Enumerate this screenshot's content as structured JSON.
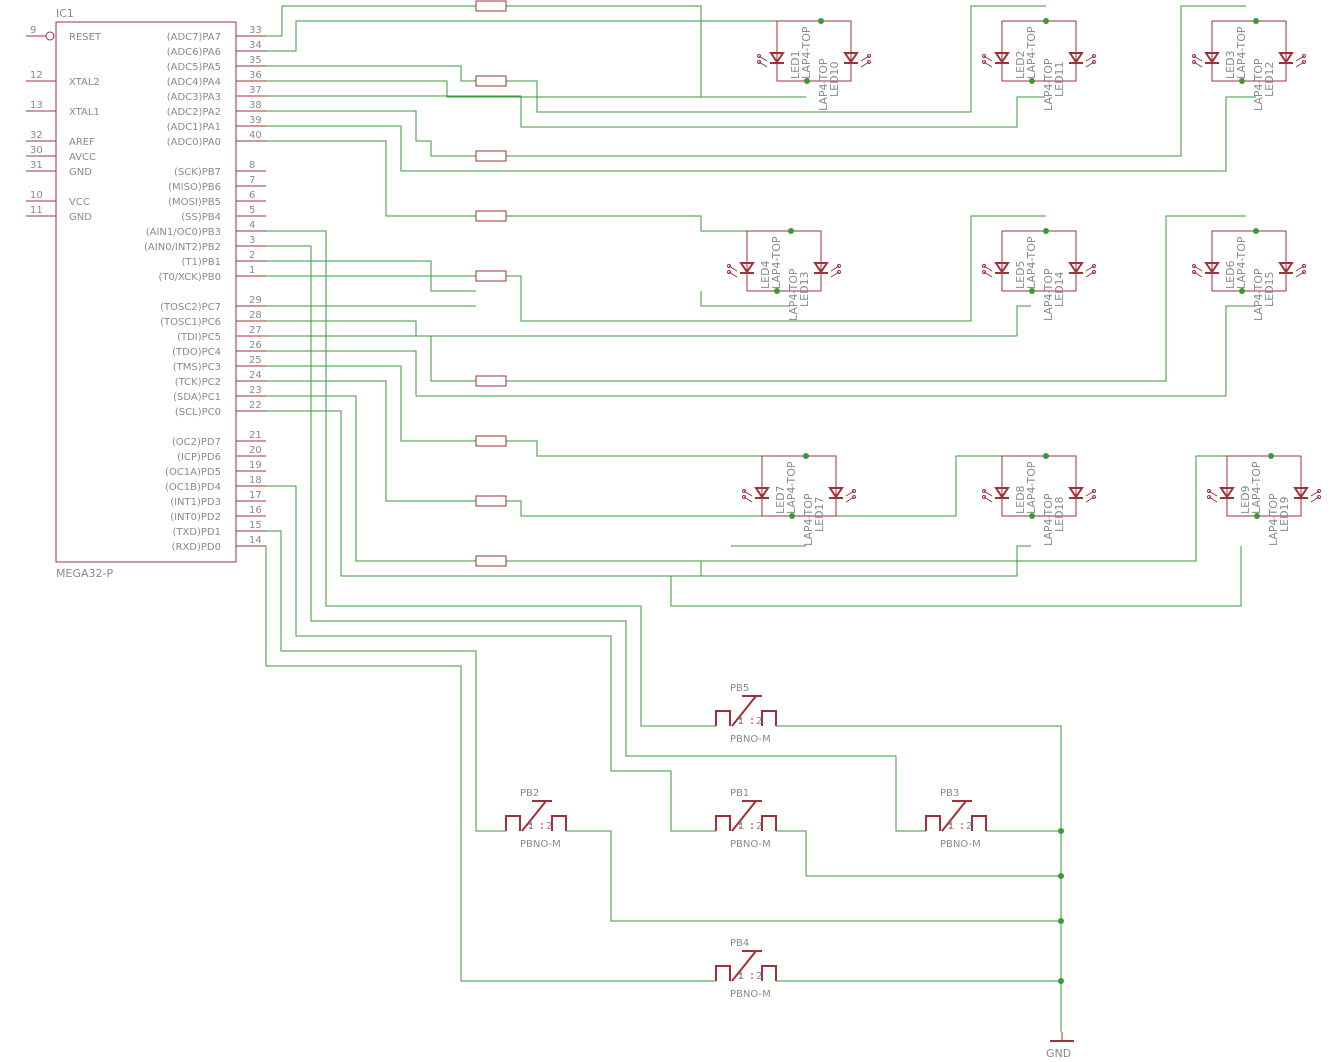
{
  "ic": {
    "name": "IC1",
    "value": "MEGA32-P",
    "left_pins": [
      {
        "num": "9",
        "sig": "RESET"
      },
      {
        "num": "12",
        "sig": "XTAL2"
      },
      {
        "num": "13",
        "sig": "XTAL1"
      },
      {
        "num": "32",
        "sig": "AREF"
      },
      {
        "num": "30",
        "sig": "AVCC"
      },
      {
        "num": "31",
        "sig": "GND"
      },
      {
        "num": "10",
        "sig": "VCC"
      },
      {
        "num": "11",
        "sig": "GND"
      }
    ],
    "right_pins": [
      {
        "num": "33",
        "sig": "(ADC7)PA7"
      },
      {
        "num": "34",
        "sig": "(ADC6)PA6"
      },
      {
        "num": "35",
        "sig": "(ADC5)PA5"
      },
      {
        "num": "36",
        "sig": "(ADC4)PA4"
      },
      {
        "num": "37",
        "sig": "(ADC3)PA3"
      },
      {
        "num": "38",
        "sig": "(ADC2)PA2"
      },
      {
        "num": "39",
        "sig": "(ADC1)PA1"
      },
      {
        "num": "40",
        "sig": "(ADC0)PA0"
      },
      {
        "num": "8",
        "sig": "(SCK)PB7"
      },
      {
        "num": "7",
        "sig": "(MISO)PB6"
      },
      {
        "num": "6",
        "sig": "(MOSI)PB5"
      },
      {
        "num": "5",
        "sig": "(SS)PB4"
      },
      {
        "num": "4",
        "sig": "(AIN1/OC0)PB3"
      },
      {
        "num": "3",
        "sig": "(AIN0/INT2)PB2"
      },
      {
        "num": "2",
        "sig": "(T1)PB1"
      },
      {
        "num": "1",
        "sig": "(T0/XCK)PB0"
      },
      {
        "num": "29",
        "sig": "(TOSC2)PC7"
      },
      {
        "num": "28",
        "sig": "(TOSC1)PC6"
      },
      {
        "num": "27",
        "sig": "(TDI)PC5"
      },
      {
        "num": "26",
        "sig": "(TDO)PC4"
      },
      {
        "num": "25",
        "sig": "(TMS)PC3"
      },
      {
        "num": "24",
        "sig": "(TCK)PC2"
      },
      {
        "num": "23",
        "sig": "(SDA)PC1"
      },
      {
        "num": "22",
        "sig": "(SCL)PC0"
      },
      {
        "num": "21",
        "sig": "(OC2)PD7"
      },
      {
        "num": "20",
        "sig": "(ICP)PD6"
      },
      {
        "num": "19",
        "sig": "(OC1A)PD5"
      },
      {
        "num": "18",
        "sig": "(OC1B)PD4"
      },
      {
        "num": "17",
        "sig": "(INT1)PD3"
      },
      {
        "num": "16",
        "sig": "(INT0)PD2"
      },
      {
        "num": "15",
        "sig": "(TXD)PD1"
      },
      {
        "num": "14",
        "sig": "(RXD)PD0"
      }
    ]
  },
  "leds": [
    {
      "a": "LED1",
      "b": "LED10",
      "pkg": "LAP4-TOP"
    },
    {
      "a": "LED2",
      "b": "LED11",
      "pkg": "LAP4-TOP"
    },
    {
      "a": "LED3",
      "b": "LED12",
      "pkg": "LAP4-TOP"
    },
    {
      "a": "LED4",
      "b": "LED13",
      "pkg": "LAP4-TOP"
    },
    {
      "a": "LED5",
      "b": "LED14",
      "pkg": "LAP4-TOP"
    },
    {
      "a": "LED6",
      "b": "LED15",
      "pkg": "LAP4-TOP"
    },
    {
      "a": "LED7",
      "b": "LED17",
      "pkg": "LAP4-TOP"
    },
    {
      "a": "LED8",
      "b": "LED18",
      "pkg": "LAP4-TOP"
    },
    {
      "a": "LED9",
      "b": "LED19",
      "pkg": "LAP4-TOP"
    }
  ],
  "buttons": [
    {
      "name": "PB5",
      "value": "PBNO-M",
      "pin1": "1",
      "pin2": "2"
    },
    {
      "name": "PB2",
      "value": "PBNO-M",
      "pin1": "1",
      "pin2": "2"
    },
    {
      "name": "PB1",
      "value": "PBNO-M",
      "pin1": "1",
      "pin2": "2"
    },
    {
      "name": "PB3",
      "value": "PBNO-M",
      "pin1": "1",
      "pin2": "2"
    },
    {
      "name": "PB4",
      "value": "PBNO-M",
      "pin1": "1",
      "pin2": "2"
    }
  ],
  "gnd": "GND",
  "colors": {
    "wire": "#3a9a3a",
    "part": "#a0303a",
    "text": "#8a8a8a"
  }
}
